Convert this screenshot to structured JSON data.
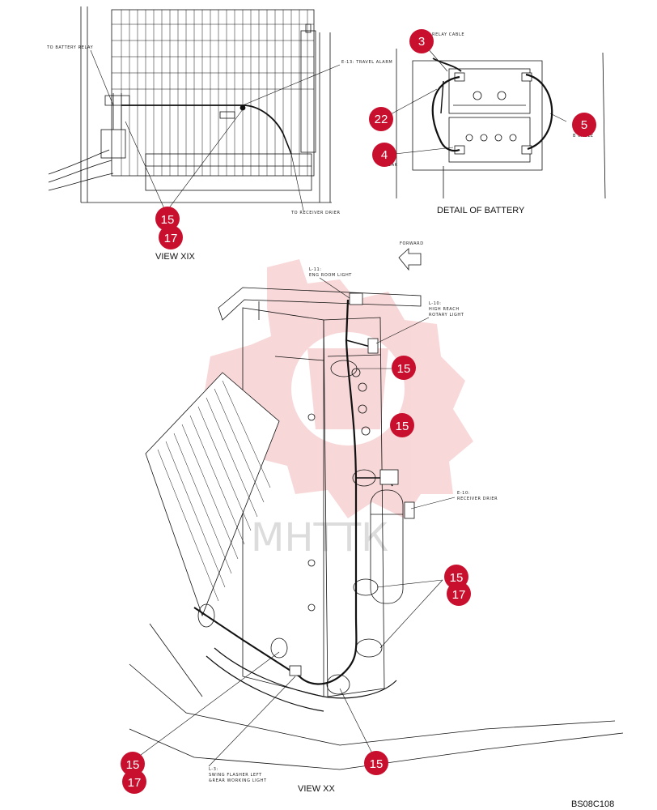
{
  "views": {
    "view_xix": "VIEW XIX",
    "detail_battery": "DETAIL OF BATTERY",
    "view_xx": "VIEW XX"
  },
  "labels": {
    "to_battery_relay": "TO BATTERY RELAY",
    "travel_alarm": "E-13: TRAVEL ALARM",
    "to_receiver_drier": "TO RECEIVER DRIER",
    "relay_cable": "RELAY CABLE",
    "b_cable": "B    CABLE",
    "eak": "EAK",
    "forward": "FORWARD",
    "l11_line1": "L-11:",
    "l11_line2": "ENG ROOM LIGHT",
    "l10_line1": "L-10:",
    "l10_line2": "HIGH REACH",
    "l10_line3": "ROTARY LIGHT",
    "e10_line1": "E-10:",
    "e10_line2": "RECEIVER DRIER",
    "l3_line1": "L-3:",
    "l3_line2": "SWING FLASHER LEFT",
    "l3_line3": "&REAR WORKING LIGHT"
  },
  "watermark": "МНТТК",
  "drawing_code": "BS08C108",
  "callouts": {
    "c3": "3",
    "c5": "5",
    "c22": "22",
    "c4": "4",
    "c15_xix": "15",
    "c17_xix": "17",
    "c15_a": "15",
    "c15_b": "15",
    "c15_c": "15",
    "c17_c": "17",
    "c15_d": "15",
    "c17_d": "17",
    "c15_e": "15"
  },
  "colors": {
    "badge": "#c8102e",
    "line": "#111111",
    "watermark": "#e57373"
  }
}
